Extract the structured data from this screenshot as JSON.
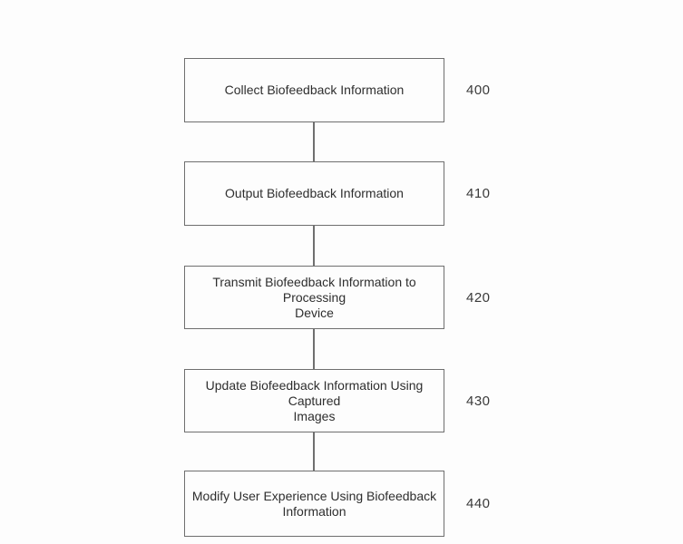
{
  "figure": {
    "type": "flowchart",
    "direction": "vertical",
    "colors": {
      "background": "#fdfdfd",
      "box_border": "#6f6f6f",
      "connector": "#6f6f6f",
      "text": "#2e2e2e"
    },
    "steps": [
      {
        "label": "Collect Biofeedback Information",
        "ref": "400"
      },
      {
        "label": "Output Biofeedback Information",
        "ref": "410"
      },
      {
        "label": "Transmit Biofeedback Information to Processing\nDevice",
        "ref": "420"
      },
      {
        "label": "Update Biofeedback Information Using Captured\nImages",
        "ref": "430"
      },
      {
        "label": "Modify User Experience Using Biofeedback\nInformation",
        "ref": "440"
      }
    ]
  }
}
